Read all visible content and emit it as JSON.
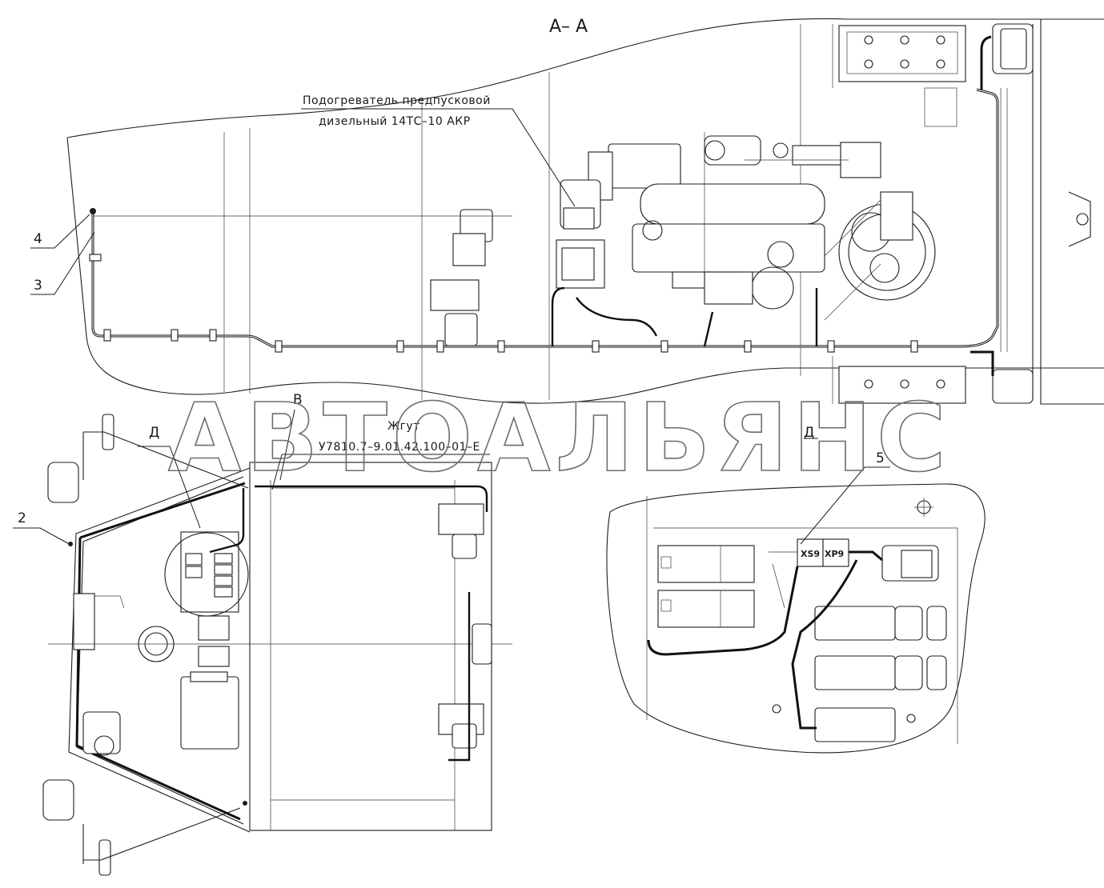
{
  "section_title": "А– А",
  "heater_label": {
    "line1": "Подогреватель предпусковой",
    "line2": "дизельный 14ТС–10 АКР"
  },
  "harness_label": {
    "line1": "Жгут",
    "line2": "У7810.7–9.01.42.100–01–Е"
  },
  "callouts": {
    "c2": "2",
    "c3": "3",
    "c4": "4",
    "c5": "5",
    "cB": "В",
    "cD": "Д",
    "view_D": "Д"
  },
  "connectors": {
    "xs9": "XS9",
    "xp9": "XP9"
  },
  "watermark": "АВТОАЛЬЯНС"
}
